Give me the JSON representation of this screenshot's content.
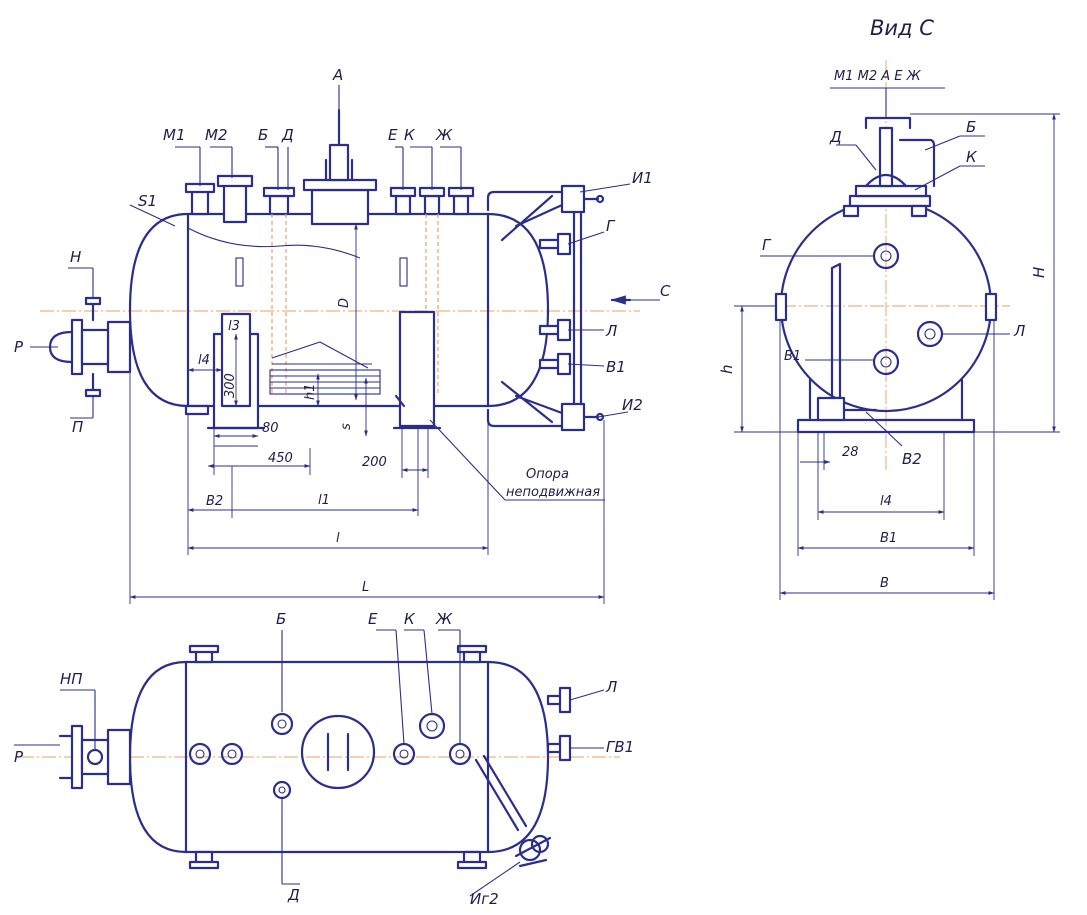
{
  "view_c_title": "Вид С",
  "front": {
    "nozzles": {
      "m1": "М1",
      "m2": "М2",
      "b": "Б",
      "d": "Д",
      "a": "А",
      "e": "Е",
      "k": "К",
      "zh": "Ж",
      "i1": "И1",
      "g": "Г",
      "l": "Л",
      "v1": "В1",
      "i2": "И2",
      "n": "Н",
      "r": "Р",
      "p": "П",
      "s1": "S1",
      "v2": "В2"
    },
    "arrow_c": "С",
    "dims": {
      "l4": "l4",
      "l3": "l3",
      "d300": "300",
      "d80": "80",
      "d450": "450",
      "d200": "200",
      "h1": "h1",
      "s": "s",
      "D": "D",
      "l1": "l1",
      "l": "l",
      "L": "L"
    },
    "support_label_line1": "Опора",
    "support_label_line2": "неподвижная"
  },
  "side": {
    "top_labels": "М1 М2 А Е Ж",
    "d": "Д",
    "b": "Б",
    "k": "К",
    "g": "Г",
    "l": "Л",
    "v1": "В1",
    "v2": "В2",
    "h": "h",
    "H": "H",
    "d28": "28",
    "l4": "l4",
    "B1": "B1",
    "B": "B"
  },
  "plan": {
    "b": "Б",
    "e": "Е",
    "k": "К",
    "zh": "Ж",
    "np": "НП",
    "r": "Р",
    "l": "Л",
    "gv1": "ГВ1",
    "d": "Д",
    "i_g": "Иг2"
  }
}
